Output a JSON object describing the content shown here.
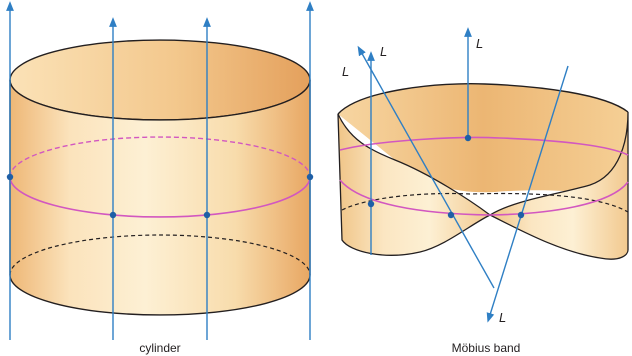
{
  "figure": {
    "cylinder_caption": "cylinder",
    "mobius_caption": "Möbius band",
    "line_label": "L"
  },
  "colors": {
    "surface_light": "#fdf0d4",
    "surface_mid": "#f6d7a4",
    "surface_dark": "#e2a461",
    "surface_edge": "#231f20",
    "axis_line": "#2f7fc4",
    "circle": "#d257c0",
    "point": "#1f5fa6"
  }
}
